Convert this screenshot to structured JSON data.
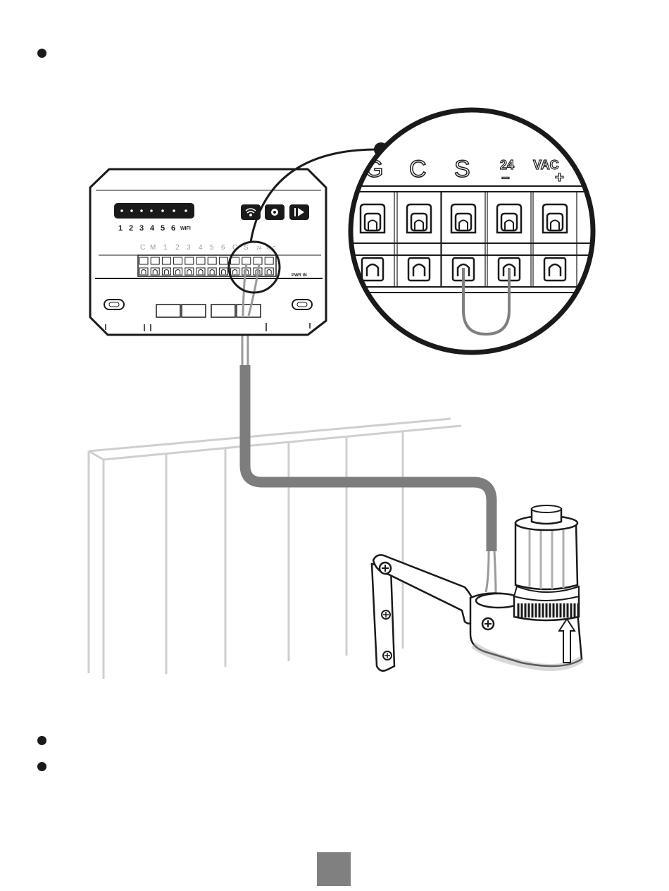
{
  "controller": {
    "zone_numbers": [
      "1",
      "2",
      "3",
      "4",
      "5",
      "6"
    ],
    "wifi_label": "WIFI",
    "terminal_labels": [
      "C",
      "M",
      "1",
      "2",
      "3",
      "4",
      "5",
      "6",
      "C",
      "S",
      "24",
      "VAC"
    ],
    "power_label": "PWR IN",
    "buttons": [
      "wifi-icon",
      "gear-icon",
      "play-skip-icon"
    ]
  },
  "zoom": {
    "labels": [
      "C",
      "S",
      "24",
      "VAC"
    ],
    "minus": "−",
    "plus": "+"
  },
  "colors": {
    "ink": "#1a1a1a",
    "wire": "#808080",
    "fence": "#c8c8c8",
    "page_box": "#808080"
  }
}
